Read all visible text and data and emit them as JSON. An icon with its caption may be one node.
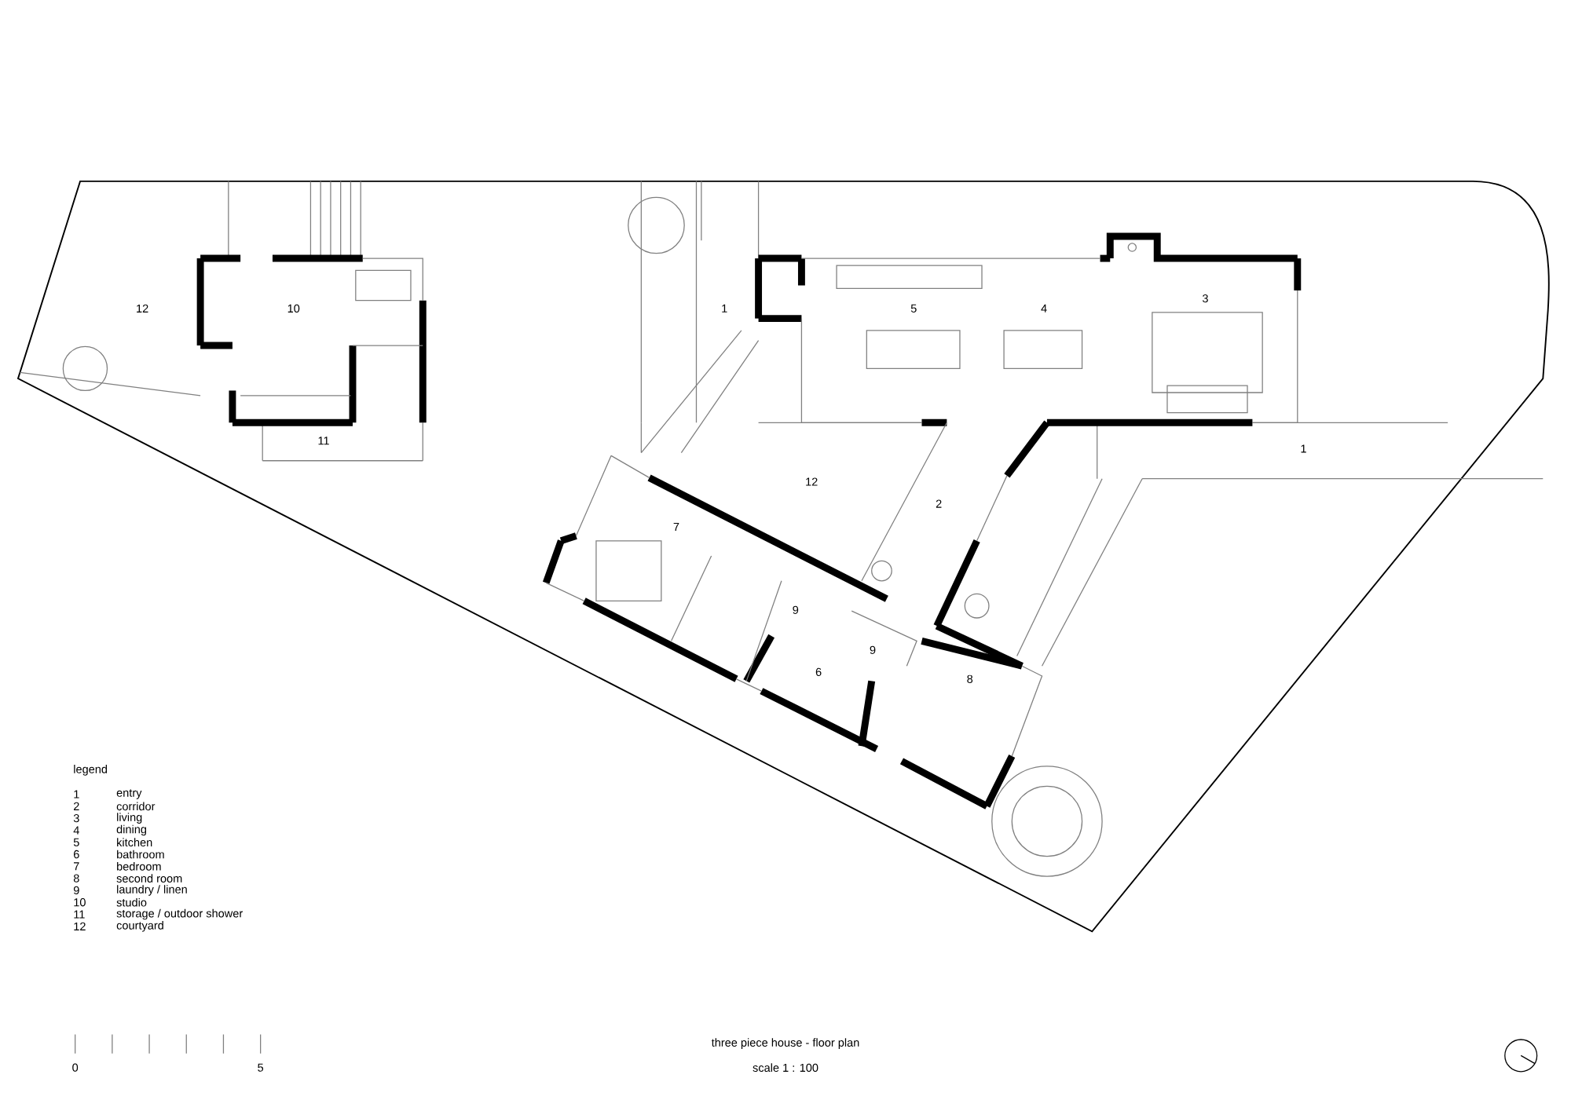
{
  "diagram": {
    "caption": "three piece house - floor plan",
    "labels": [
      "3",
      "12",
      "10",
      "1",
      "5",
      "4",
      "11",
      "1",
      "12",
      "2",
      "7",
      "9",
      "9",
      "6",
      "8",
      "legend",
      "1",
      "entry",
      "2",
      "corridor",
      "3",
      "living",
      "4",
      "dining",
      "5",
      "kitchen",
      "6",
      "bathroom",
      "7",
      "bedroom",
      "8",
      "second room",
      "9",
      "laundry / linen",
      "10",
      "studio",
      "11",
      "storage / outdoor shower",
      "12",
      "courtyard",
      "0",
      "5",
      "scale 1 : 100"
    ]
  }
}
